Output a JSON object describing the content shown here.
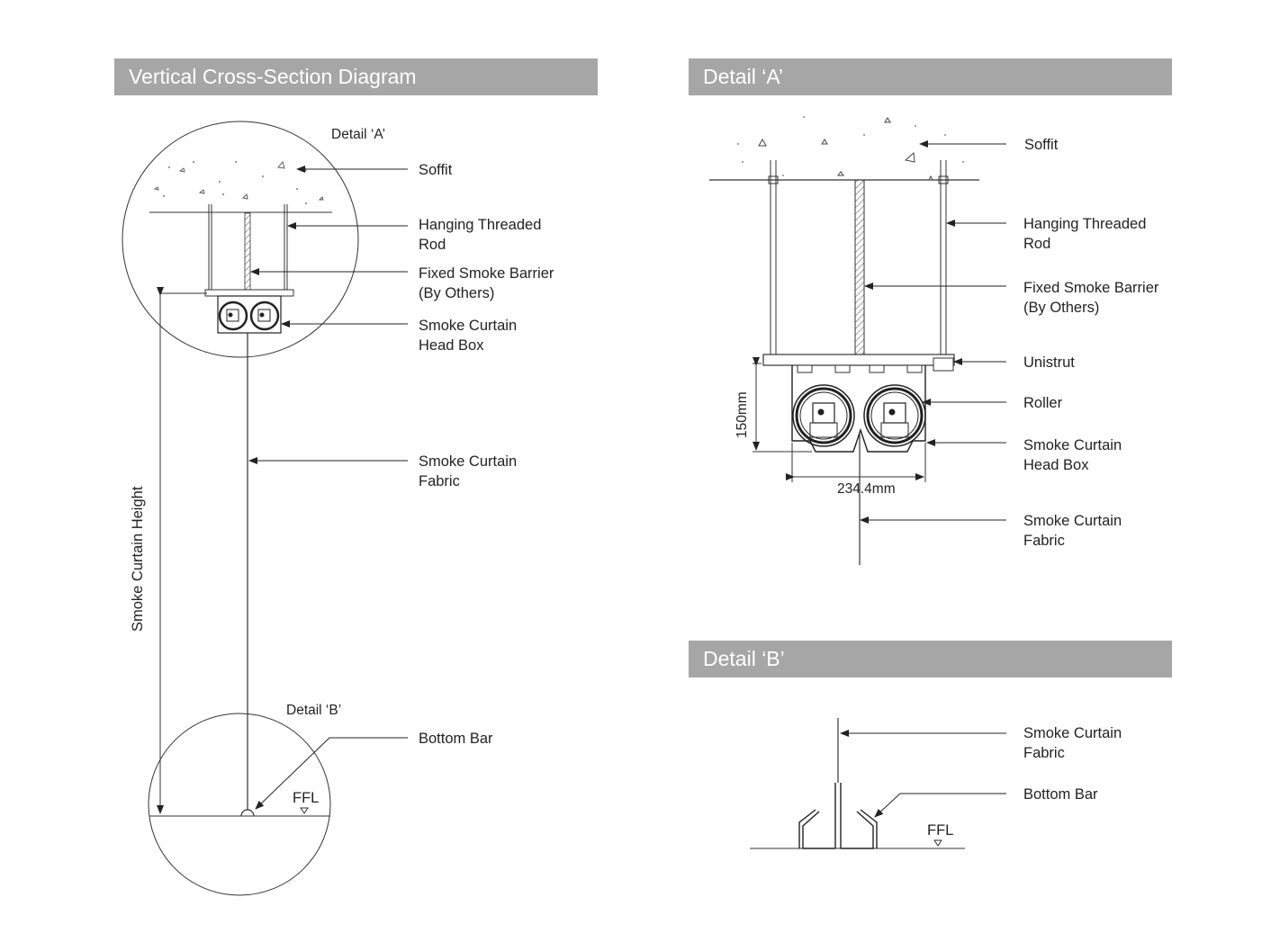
{
  "headers": {
    "left": "Vertical Cross-Section Diagram",
    "detail_a": "Detail ‘A’",
    "detail_b": "Detail ‘B’"
  },
  "left_diagram": {
    "detail_a_callout": "Detail ‘A’",
    "detail_b_callout": "Detail ‘B’",
    "height_label": "Smoke Curtain Height",
    "ffl": "FFL",
    "labels": {
      "soffit": "Soffit",
      "rod_1": "Hanging Threaded",
      "rod_2": "Rod",
      "barrier_1": "Fixed Smoke Barrier",
      "barrier_2": "(By Others)",
      "headbox_1": "Smoke Curtain",
      "headbox_2": "Head Box",
      "fabric_1": "Smoke Curtain",
      "fabric_2": "Fabric",
      "bottom_bar": "Bottom Bar"
    }
  },
  "detail_a": {
    "dim_height": "150mm",
    "dim_width": "234.4mm",
    "labels": {
      "soffit": "Soffit",
      "rod_1": "Hanging Threaded",
      "rod_2": "Rod",
      "barrier_1": "Fixed Smoke Barrier",
      "barrier_2": "(By Others)",
      "unistrut": "Unistrut",
      "roller": "Roller",
      "headbox_1": "Smoke Curtain",
      "headbox_2": "Head Box",
      "fabric_1": "Smoke Curtain",
      "fabric_2": "Fabric"
    }
  },
  "detail_b": {
    "ffl": "FFL",
    "labels": {
      "fabric_1": "Smoke Curtain",
      "fabric_2": "Fabric",
      "bottom_bar": "Bottom Bar"
    }
  }
}
